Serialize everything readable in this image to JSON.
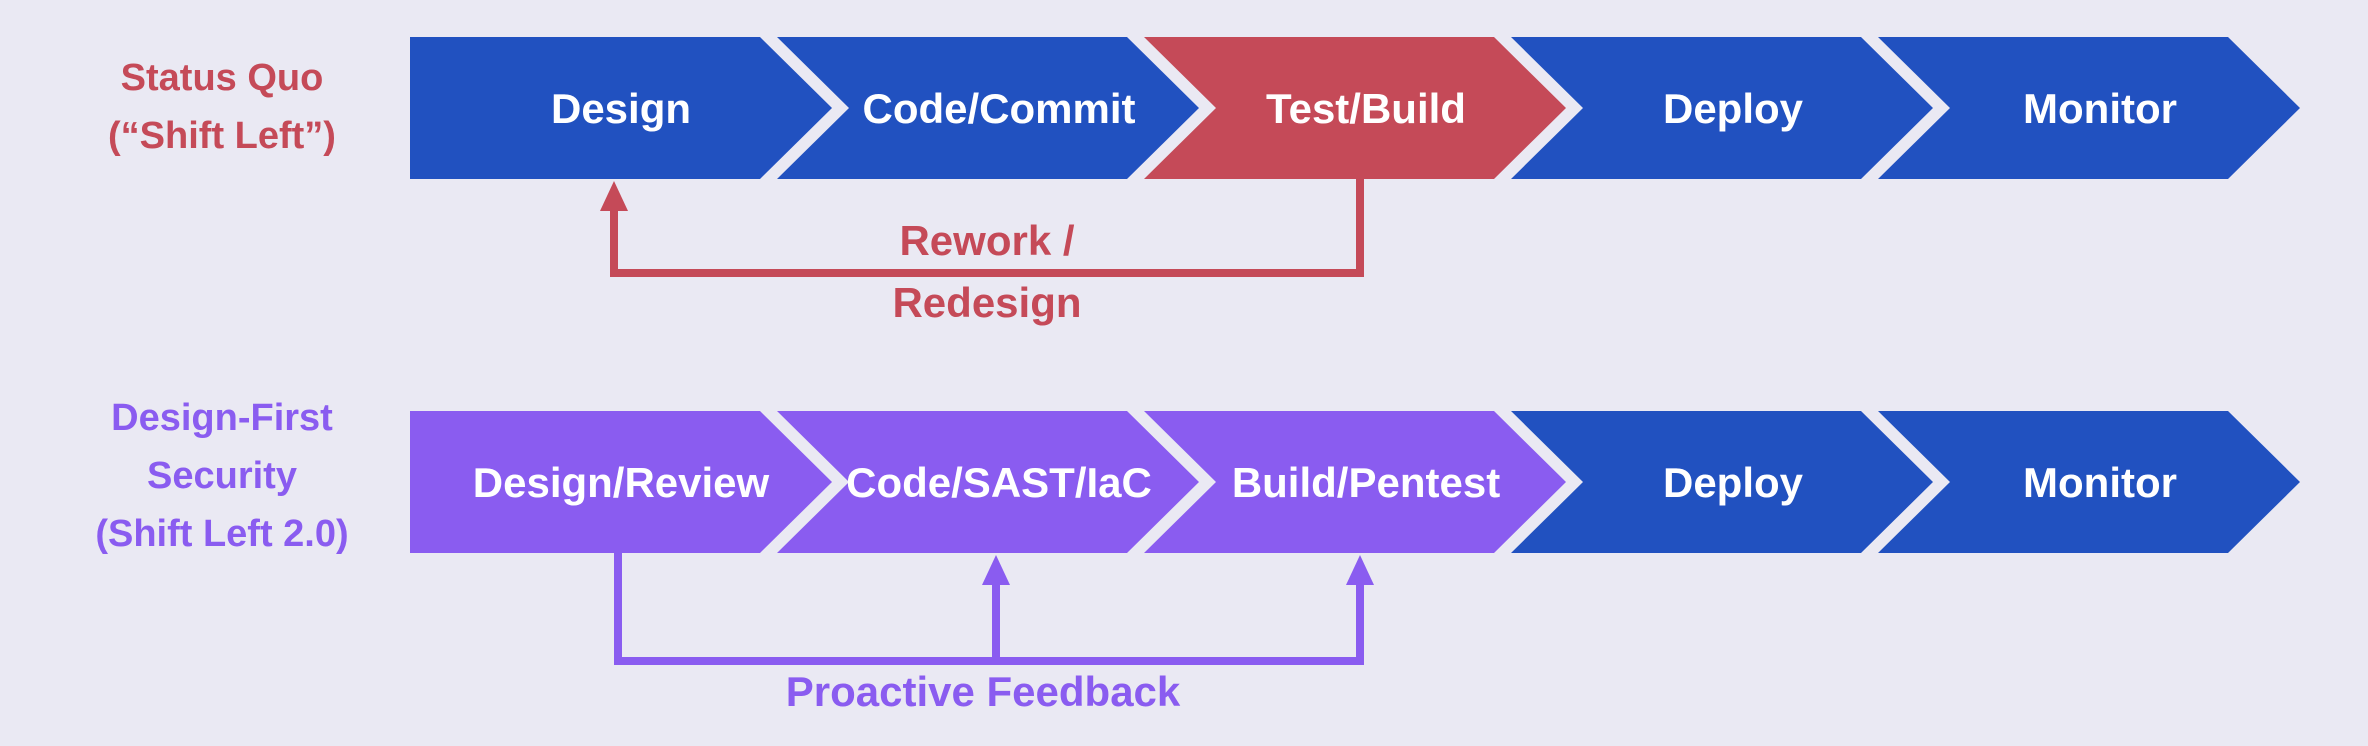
{
  "colors": {
    "background": "#EAE9F3",
    "blue": "#2151C0",
    "red": "#C54A58",
    "purple": "#8A5CF0",
    "stage_text": "#FFFFFF"
  },
  "rows": [
    {
      "title_lines": [
        "Status Quo",
        "(“Shift Left”)"
      ],
      "title_color": "red",
      "stages": [
        {
          "label": "Design",
          "color": "blue"
        },
        {
          "label": "Code/Commit",
          "color": "blue"
        },
        {
          "label": "Test/Build",
          "color": "red",
          "highlighted": true
        },
        {
          "label": "Deploy",
          "color": "blue"
        },
        {
          "label": "Monitor",
          "color": "blue"
        }
      ],
      "feedback": {
        "label_lines": [
          "Rework /",
          "Redesign"
        ],
        "color": "red",
        "from_stage": "Test/Build",
        "to_stages": [
          "Design"
        ]
      }
    },
    {
      "title_lines": [
        "Design-First",
        "Security",
        "(Shift Left 2.0)"
      ],
      "title_color": "purple",
      "stages": [
        {
          "label": "Design/Review",
          "color": "purple"
        },
        {
          "label": "Code/SAST/IaC",
          "color": "purple"
        },
        {
          "label": "Build/Pentest",
          "color": "purple"
        },
        {
          "label": "Deploy",
          "color": "blue"
        },
        {
          "label": "Monitor",
          "color": "blue"
        }
      ],
      "feedback": {
        "label": "Proactive Feedback",
        "color": "purple",
        "from_stage": "Design/Review",
        "to_stages": [
          "Code/SAST/IaC",
          "Build/Pentest"
        ]
      }
    }
  ]
}
